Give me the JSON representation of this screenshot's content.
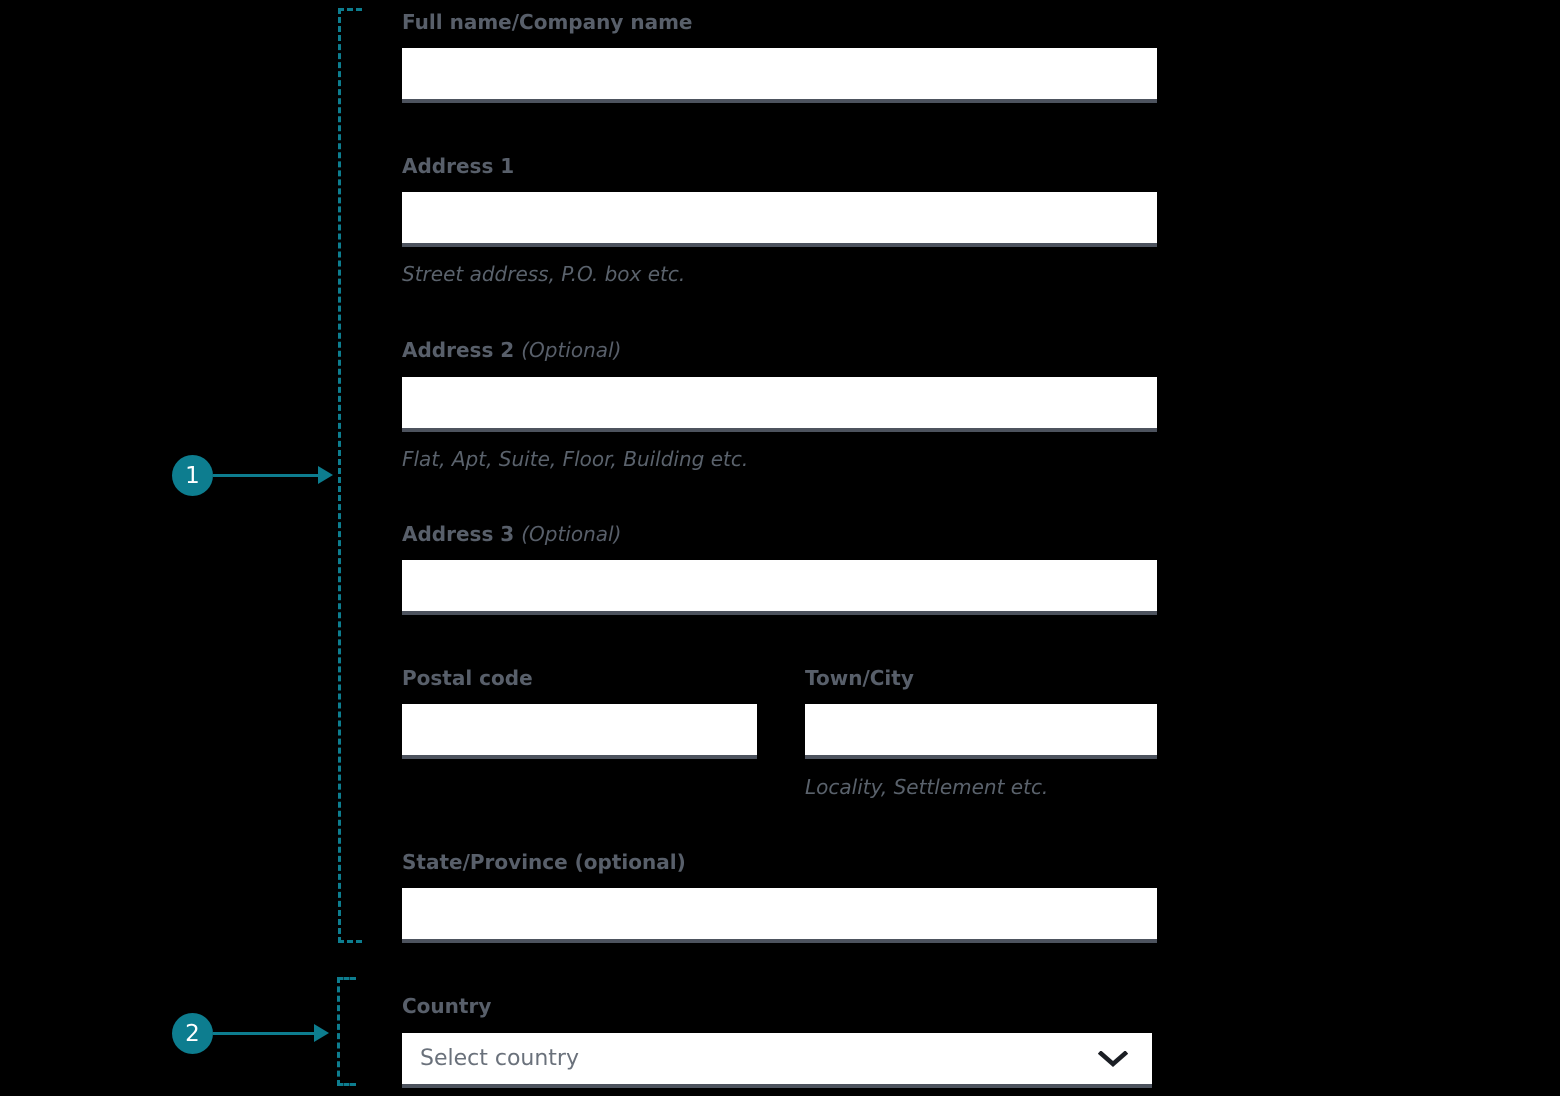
{
  "colors": {
    "background": "#000000",
    "accent_teal": "#0d7d8f",
    "label_text": "#585f6a",
    "hint_text": "#5a626c",
    "input_background": "#ffffff",
    "input_bottom_border": "#4d535e",
    "placeholder_text": "#6a717b",
    "chevron": "#1b1e24"
  },
  "annotations": {
    "markers": [
      {
        "number": "1"
      },
      {
        "number": "2"
      }
    ]
  },
  "form": {
    "full_name": {
      "label": "Full name/Company name",
      "value": ""
    },
    "address1": {
      "label": "Address 1",
      "value": "",
      "hint": "Street address, P.O. box etc."
    },
    "address2": {
      "label": "Address 2",
      "optional": "(Optional)",
      "value": "",
      "hint": "Flat, Apt, Suite, Floor, Building etc."
    },
    "address3": {
      "label": "Address 3",
      "optional": "(Optional)",
      "value": ""
    },
    "postal_code": {
      "label": "Postal code",
      "value": ""
    },
    "town_city": {
      "label": "Town/City",
      "value": "",
      "hint": "Locality, Settlement etc."
    },
    "state_province": {
      "label": "State/Province (optional)",
      "value": ""
    },
    "country": {
      "label": "Country",
      "selected_value": "Select country"
    }
  }
}
